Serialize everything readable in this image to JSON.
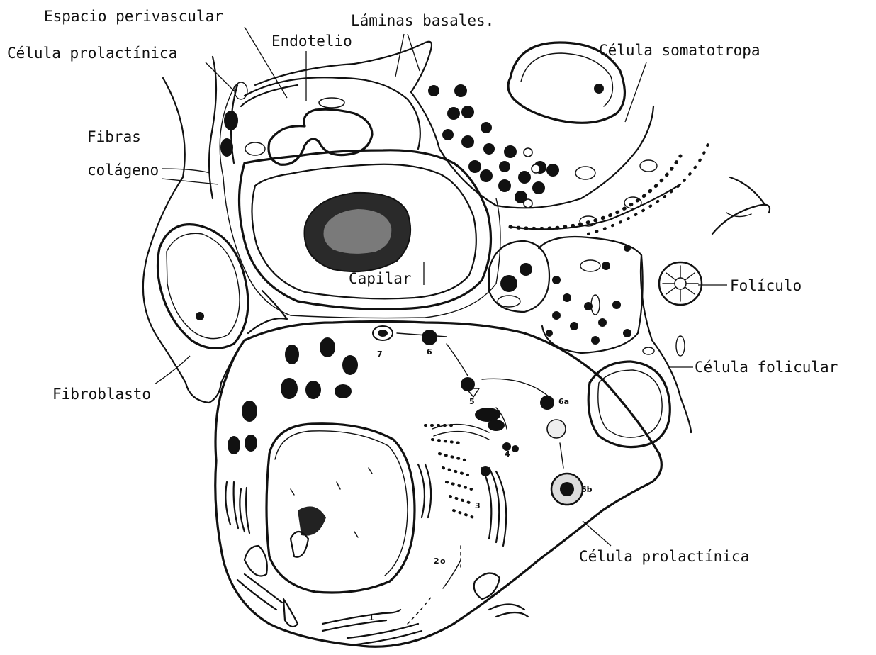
{
  "labels": {
    "espacio_perivascular": "Espacio perivascular",
    "laminas_basales": "Láminas basales.",
    "celula_prolactinica_top": "Célula prolactínica",
    "endotelio": "Endotelio",
    "celula_somatotropa": "Célula somatotropa",
    "fibras": "Fibras",
    "colageno": "colágeno",
    "capilar": "Capilar",
    "foliculo": "Folículo",
    "celula_folicular": "Célula folicular",
    "fibroblasto": "Fibroblasto",
    "celula_prolactinica_bottom": "Célula prolactínica"
  },
  "stage_markers": {
    "m1": "1",
    "m2": "2",
    "m2o": "o",
    "m3": "3",
    "m4": "4",
    "m5": "5",
    "m6": "6",
    "m6a": "6a",
    "m6b": "6b",
    "m7": "7"
  }
}
